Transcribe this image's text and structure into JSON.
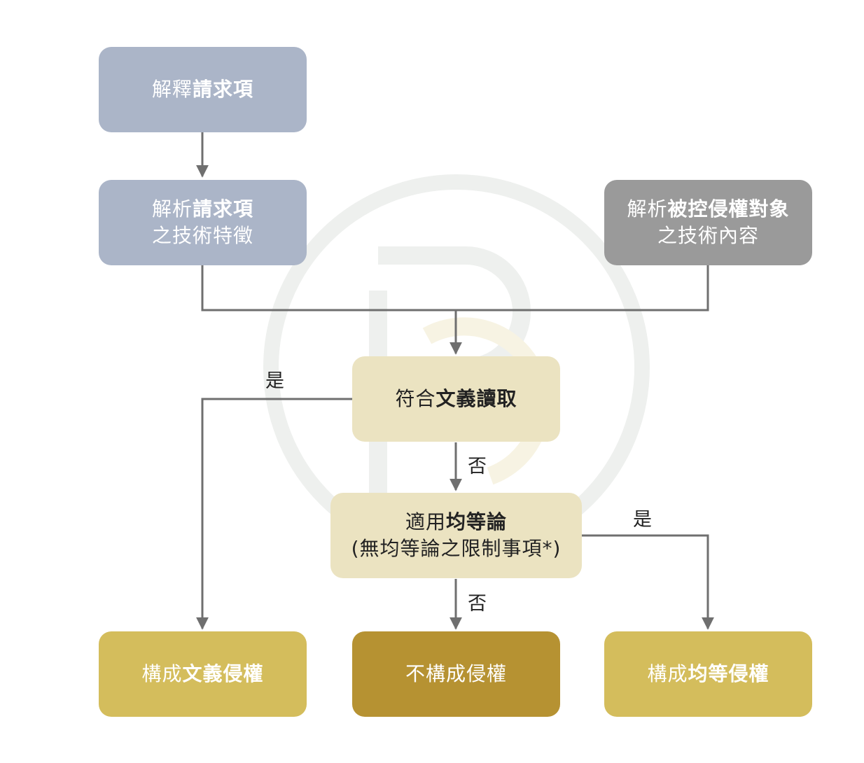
{
  "nodes": {
    "interpret_claims": {
      "text": "解釋",
      "bold": "請求項"
    },
    "analyze_claims": {
      "line1_pre": "解析",
      "line1_bold": "請求項",
      "line2": "之技術特徵"
    },
    "analyze_accused": {
      "line1_pre": "解析",
      "line1_bold": "被控侵權對象",
      "line2": "之技術內容"
    },
    "literal_reading": {
      "pre": "符合",
      "bold": "文義讀取"
    },
    "doctrine_of_equivalents": {
      "line1_pre": "適用",
      "line1_bold": "均等論",
      "line2": "(無均等論之限制事項*)"
    },
    "literal_infringement": {
      "pre": "構成",
      "bold": "文義侵權"
    },
    "no_infringement": {
      "text": "不構成侵權"
    },
    "equivalent_infringement": {
      "pre": "構成",
      "bold": "均等侵權"
    }
  },
  "edge_labels": {
    "literal_yes": "是",
    "literal_no": "否",
    "equivalents_yes": "是",
    "equivalents_no": "否"
  },
  "colors": {
    "claims_box": "#abb5c8",
    "accused_box": "#9a9a9a",
    "decision_box": "#ebe3c1",
    "infringement_box": "#d4bd5c",
    "no_infringement_box": "#b69232",
    "connector": "#6f6f6f",
    "watermark": "#eef0ee"
  }
}
